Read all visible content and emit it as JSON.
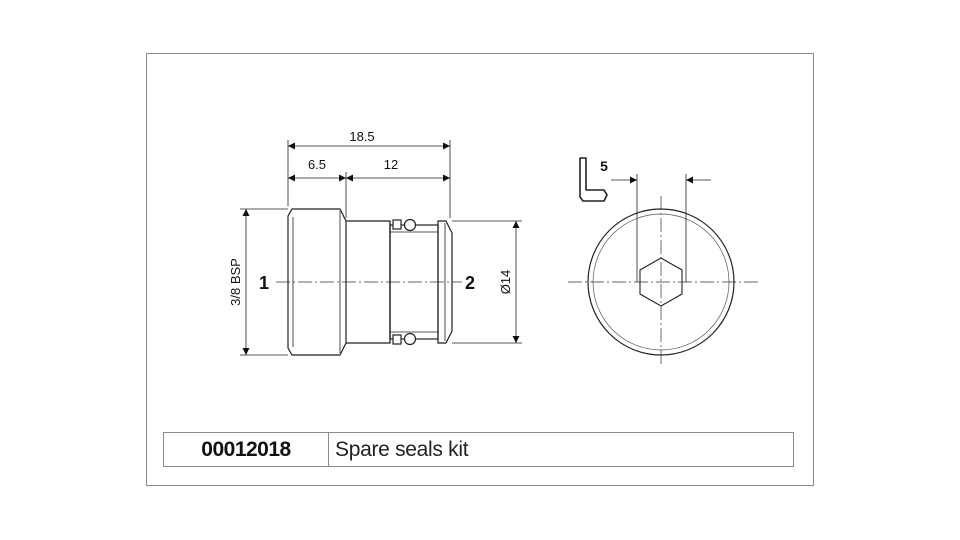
{
  "dimensions": {
    "overall_length": "18.5",
    "head_length": "6.5",
    "body_length": "12",
    "thread": "3/8 BSP",
    "diameter": "Ø14",
    "hex_key": "5"
  },
  "labels": {
    "port_1": "1",
    "port_2": "2"
  },
  "parts_table": {
    "code": "00012018",
    "description": "Spare seals kit"
  }
}
